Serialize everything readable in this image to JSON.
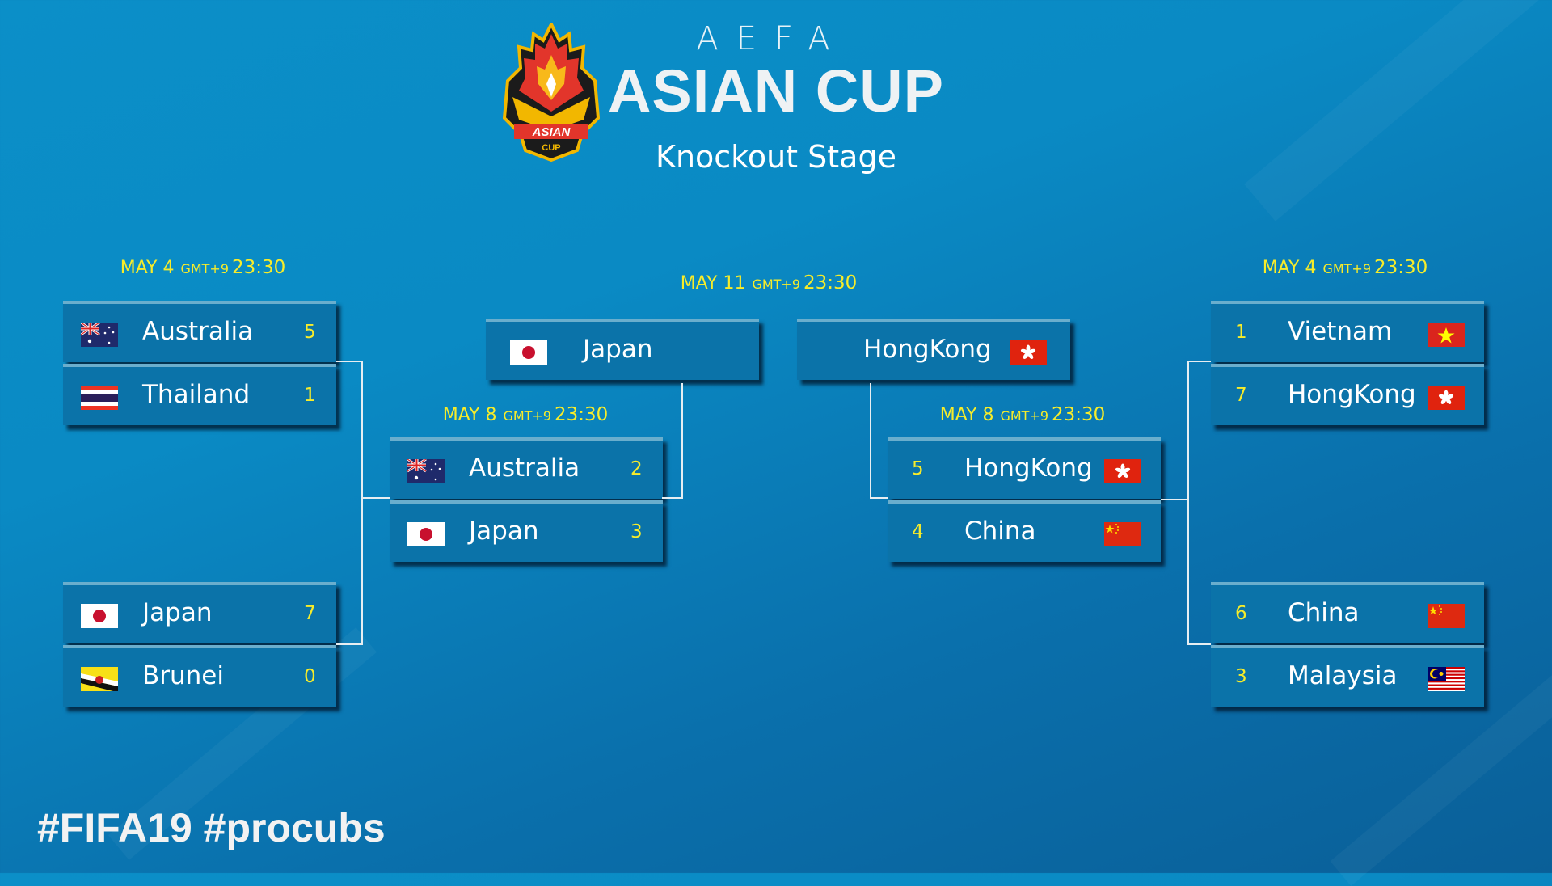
{
  "header": {
    "org": "AEFA",
    "title": "ASIAN CUP",
    "subtitle": "Knockout Stage",
    "logo_text": "ASIAN CUP"
  },
  "bracket": {
    "left_quarter_1": {
      "date": {
        "day": "MAY 4",
        "tz": "GMT+9",
        "time": "23:30"
      },
      "teams": [
        {
          "name": "Australia",
          "flag": "au",
          "score": "5"
        },
        {
          "name": "Thailand",
          "flag": "th",
          "score": "1"
        }
      ]
    },
    "left_quarter_2": {
      "teams": [
        {
          "name": "Japan",
          "flag": "jp",
          "score": "7"
        },
        {
          "name": "Brunei",
          "flag": "bn",
          "score": "0"
        }
      ]
    },
    "left_semi": {
      "date": {
        "day": "MAY 8",
        "tz": "GMT+9",
        "time": "23:30"
      },
      "teams": [
        {
          "name": "Australia",
          "flag": "au",
          "score": "2"
        },
        {
          "name": "Japan",
          "flag": "jp",
          "score": "3"
        }
      ]
    },
    "final": {
      "date": {
        "day": "MAY 11",
        "tz": "GMT+9",
        "time": "23:30"
      },
      "teams": [
        {
          "name": "Japan",
          "flag": "jp"
        },
        {
          "name": "HongKong",
          "flag": "hk"
        }
      ]
    },
    "right_semi": {
      "date": {
        "day": "MAY 8",
        "tz": "GMT+9",
        "time": "23:30"
      },
      "teams": [
        {
          "name": "HongKong",
          "flag": "hk",
          "score": "5"
        },
        {
          "name": "China",
          "flag": "cn",
          "score": "4"
        }
      ]
    },
    "right_quarter_1": {
      "date": {
        "day": "MAY 4",
        "tz": "GMT+9",
        "time": "23:30"
      },
      "teams": [
        {
          "name": "Vietnam",
          "flag": "vn",
          "score": "1"
        },
        {
          "name": "HongKong",
          "flag": "hk",
          "score": "7"
        }
      ]
    },
    "right_quarter_2": {
      "teams": [
        {
          "name": "China",
          "flag": "cn",
          "score": "6"
        },
        {
          "name": "Malaysia",
          "flag": "my",
          "score": "3"
        }
      ]
    }
  },
  "footer": {
    "hashtags": "#FIFA19 #procubs"
  },
  "colors": {
    "score": "#f7ec2a",
    "box": "#0b73a9"
  }
}
